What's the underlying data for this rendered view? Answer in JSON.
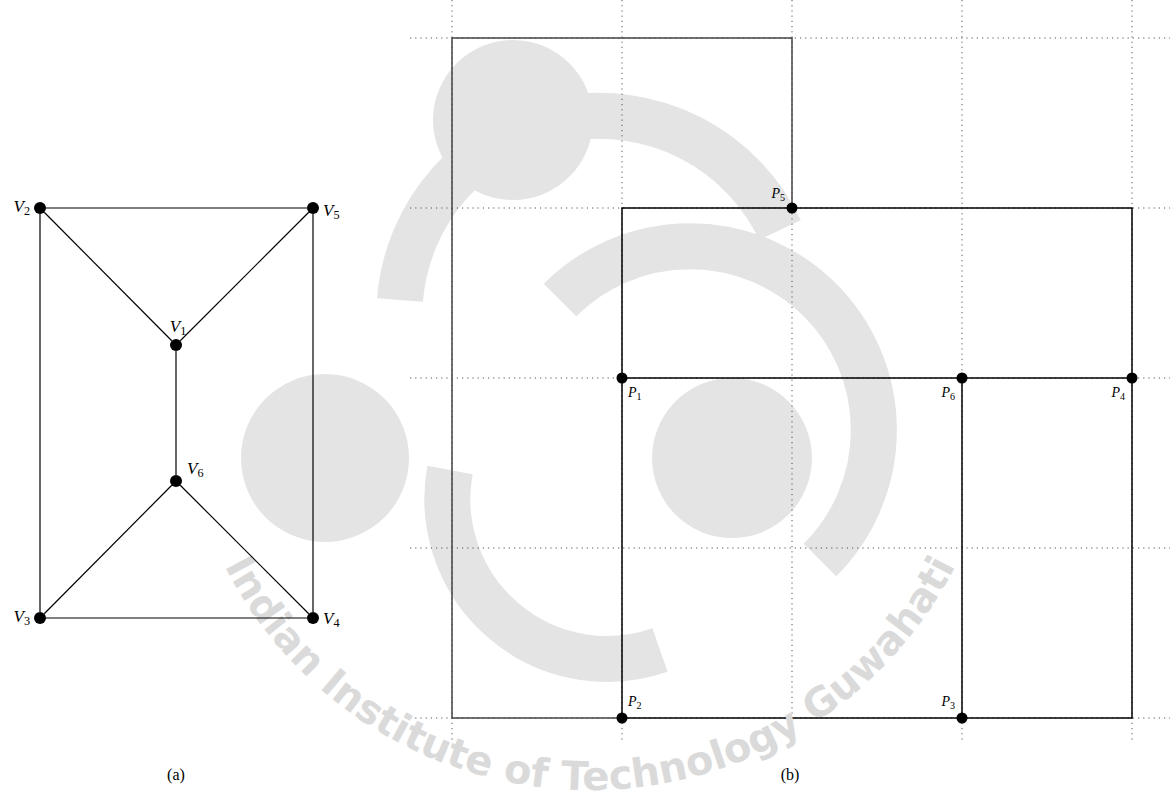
{
  "diagram": {
    "nodes": [
      {
        "text": [
          "V1"
        ]
      },
      {
        "text": [
          "V2"
        ]
      },
      {
        "text": [
          "V3"
        ]
      },
      {
        "text": [
          "V4"
        ]
      },
      {
        "text": [
          "V5"
        ]
      },
      {
        "text": [
          "V6"
        ]
      }
    ],
    "edges": [
      {
        "from": 1,
        "to": 4,
        "arrow": "none"
      },
      {
        "from": 1,
        "to": 0,
        "arrow": "none"
      },
      {
        "from": 0,
        "to": 4,
        "arrow": "none"
      },
      {
        "from": 0,
        "to": 5,
        "arrow": "none"
      },
      {
        "from": 1,
        "to": 2,
        "arrow": "none"
      },
      {
        "from": 4,
        "to": 3,
        "arrow": "none"
      },
      {
        "from": 5,
        "to": 2,
        "arrow": "none"
      },
      {
        "from": 5,
        "to": 3,
        "arrow": "none"
      },
      {
        "from": 2,
        "to": 3,
        "arrow": "none"
      }
    ],
    "labels": [
      "(a)",
      "(b)",
      "P5",
      "P1",
      "P6",
      "P4",
      "P2",
      "P3",
      "Indian Institute of Technology Guwahati"
    ]
  }
}
